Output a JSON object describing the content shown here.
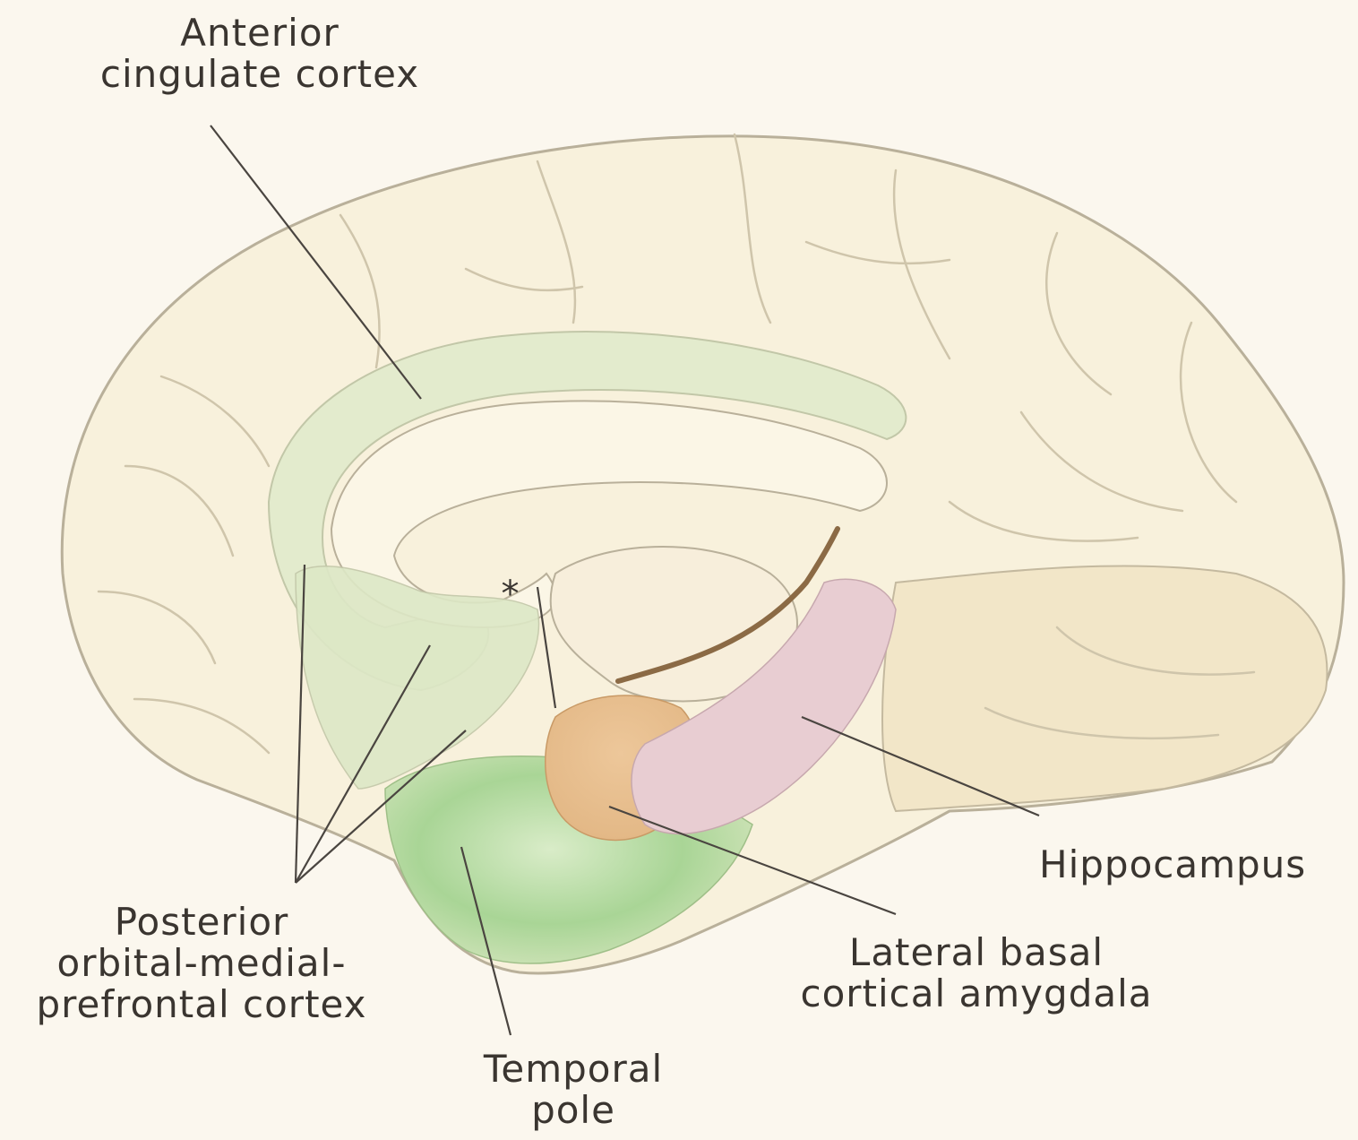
{
  "labels": {
    "anterior_cingulate": {
      "line1": "Anterior",
      "line2": "cingulate cortex"
    },
    "hippocampus": {
      "text": "Hippocampus"
    },
    "posterior_ompfc": {
      "line1": "Posterior",
      "line2": "orbital-medial-",
      "line3": "prefrontal cortex"
    },
    "lateral_basal_amygdala": {
      "line1": "Lateral basal",
      "line2": "cortical amygdala"
    },
    "temporal_pole": {
      "line1": "Temporal",
      "line2": "pole"
    },
    "star_marker": "*"
  },
  "colors": {
    "background": "#fbf7ee",
    "brain_fill": "#f8f1dc",
    "outline": "#b9b09a",
    "cingulate_green": "#dfe8c9",
    "temporal_green": "#9fd08a",
    "amygdala_orange": "#e8c08f",
    "hippocampus_pink": "#e6c9cf",
    "leader_line": "#4a4540"
  }
}
